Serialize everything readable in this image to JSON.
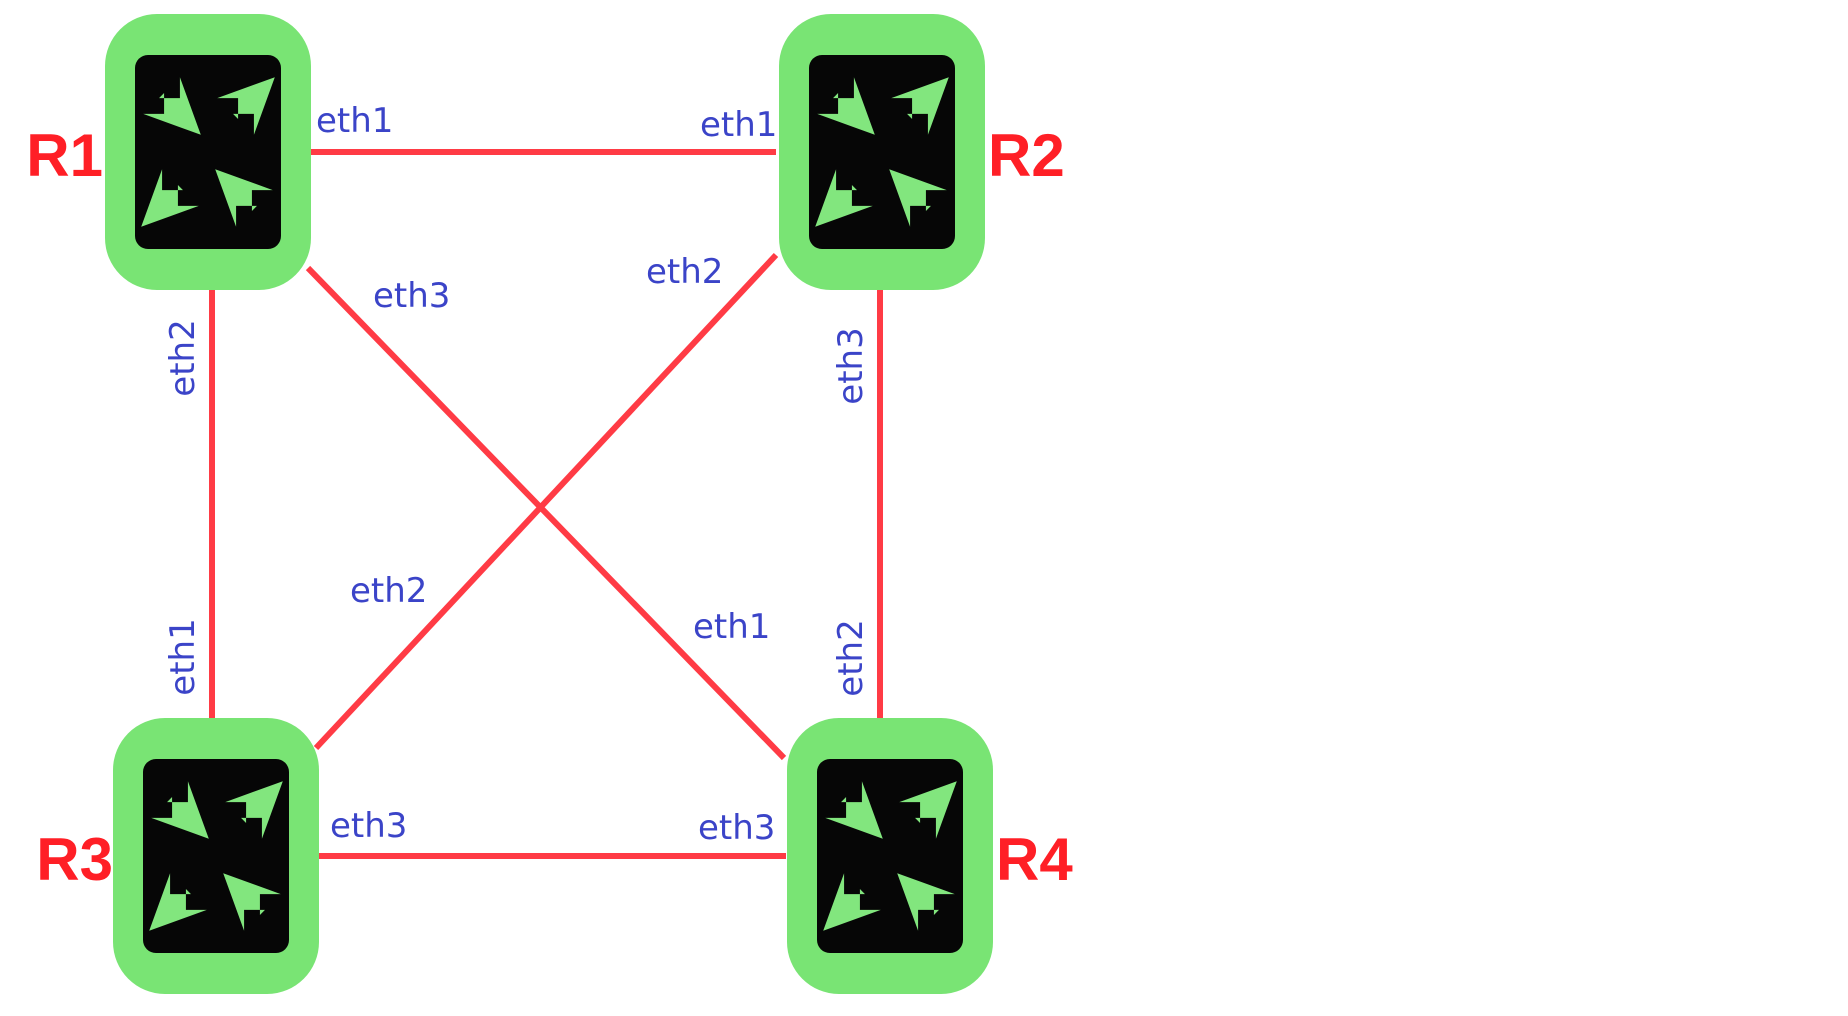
{
  "colors": {
    "link": "#ff3b45",
    "router_frame": "#79e474",
    "router_core": "#060606",
    "router_arrows": "#82e67e",
    "router_label": "#ff1f26",
    "port_label": "#3b44c8",
    "background": "#ffffff"
  },
  "routers": [
    {
      "id": "R1",
      "label": "R1",
      "icon": "router-icon"
    },
    {
      "id": "R2",
      "label": "R2",
      "icon": "router-icon"
    },
    {
      "id": "R3",
      "label": "R3",
      "icon": "router-icon"
    },
    {
      "id": "R4",
      "label": "R4",
      "icon": "router-icon"
    }
  ],
  "links": [
    {
      "from": "R1",
      "to": "R2",
      "from_port": "eth1",
      "to_port": "eth1"
    },
    {
      "from": "R1",
      "to": "R3",
      "from_port": "eth2",
      "to_port": "eth1"
    },
    {
      "from": "R1",
      "to": "R4",
      "from_port": "eth3",
      "to_port": "eth1"
    },
    {
      "from": "R2",
      "to": "R3",
      "from_port": "eth2",
      "to_port": "eth2"
    },
    {
      "from": "R2",
      "to": "R4",
      "from_port": "eth3",
      "to_port": "eth2"
    },
    {
      "from": "R3",
      "to": "R4",
      "from_port": "eth3",
      "to_port": "eth3"
    }
  ]
}
